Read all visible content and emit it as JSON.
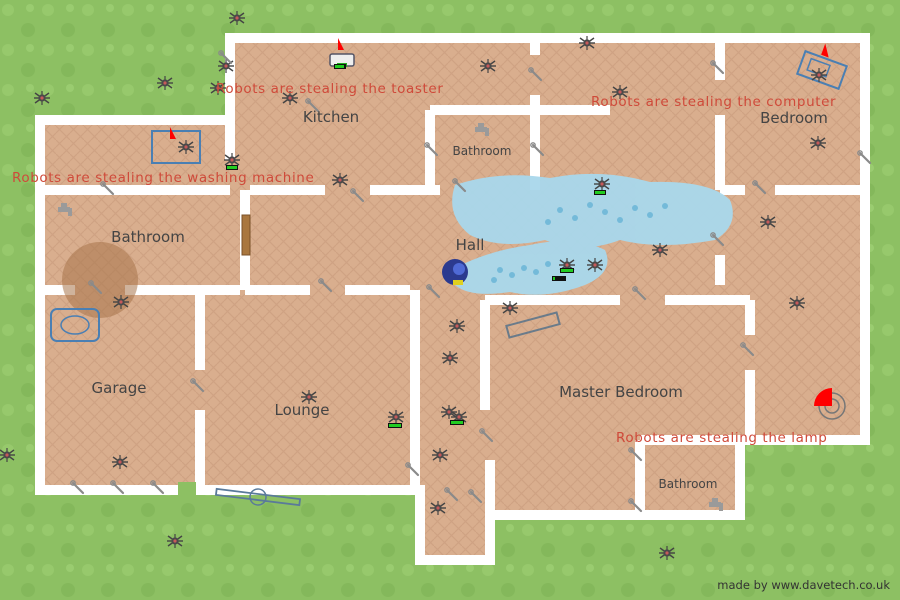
{
  "rooms": {
    "kitchen": "Kitchen",
    "bathroom_top": "Bathroom",
    "bedroom": "Bedroom",
    "bathroom_left": "Bathroom",
    "hall": "Hall",
    "garage": "Garage",
    "lounge": "Lounge",
    "master_bedroom": "Master Bedroom",
    "bathroom_bottom": "Bathroom"
  },
  "alerts": {
    "toaster": "Robots are stealing the toaster",
    "computer": "Robots are stealing the computer",
    "washing_machine": "Robots are stealing the washing machine",
    "lamp": "Robots are stealing the lamp"
  },
  "credit": "made by www.davetech.co.uk",
  "colors": {
    "grass": "#8dc063",
    "floor": "#d9ae8e",
    "wall": "#ffffff",
    "water": "#a9d8ec",
    "alert_text": "#cf4a3a",
    "theft_marker": "#ff0000"
  },
  "icons": {
    "enemy": "spider-robot-icon",
    "loot": "wrench-icon",
    "player": "vacuum-robot-icon"
  }
}
